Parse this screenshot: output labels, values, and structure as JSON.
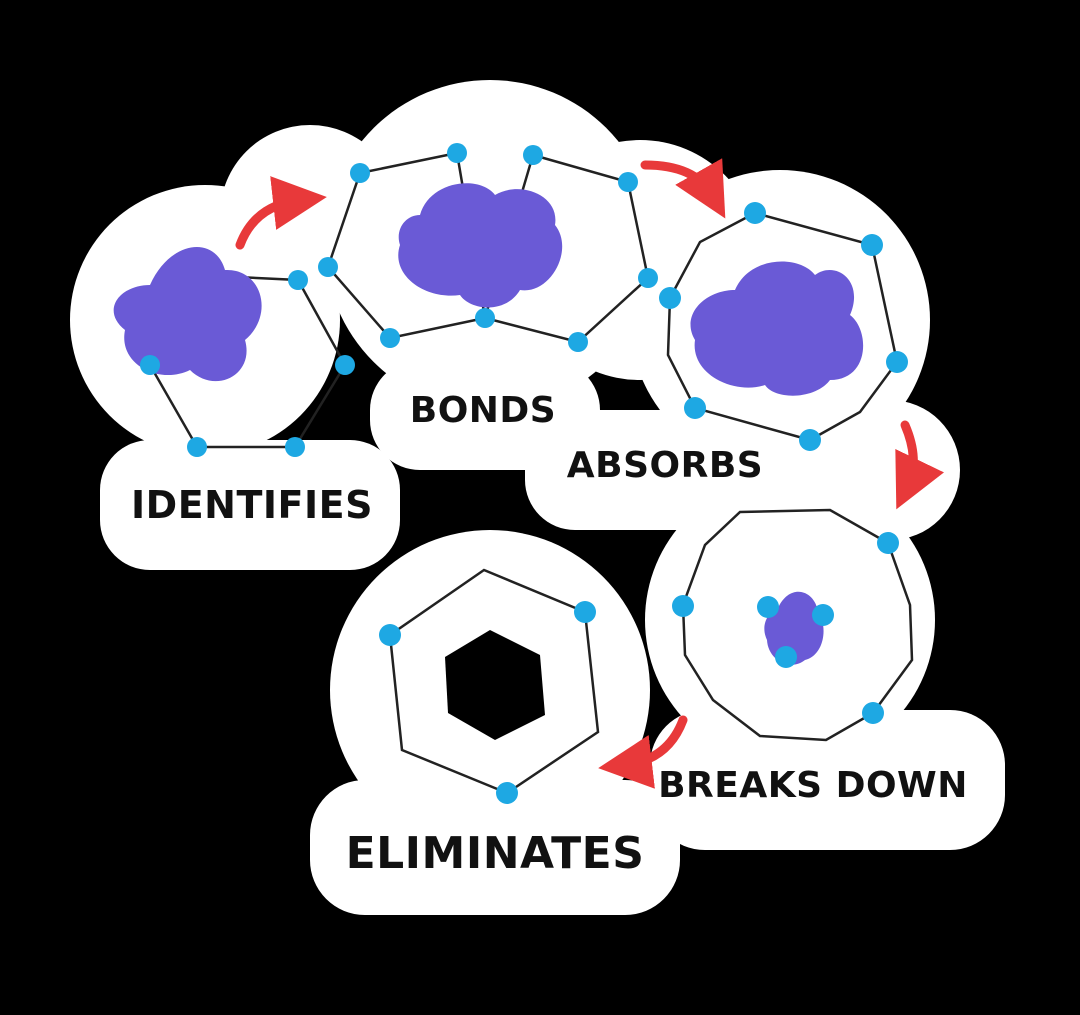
{
  "diagram": {
    "steps": [
      {
        "id": "identifies",
        "label": "IDENTIFIES"
      },
      {
        "id": "bonds",
        "label": "BONDS"
      },
      {
        "id": "absorbs",
        "label": "ABSORBS"
      },
      {
        "id": "breaks-down",
        "label": "BREAKS DOWN"
      },
      {
        "id": "eliminates",
        "label": "ELIMINATES"
      }
    ]
  },
  "colors": {
    "background": "#000000",
    "sticker": "#ffffff",
    "particle": "#6a5ad6",
    "node": "#1ea8e3",
    "outline": "#222222",
    "arrow": "#e8393a",
    "text": "#111111"
  },
  "icons": {
    "flow_arrow": "curved-arrow-icon",
    "particle": "cloud-blob-icon",
    "node": "dot-icon"
  }
}
